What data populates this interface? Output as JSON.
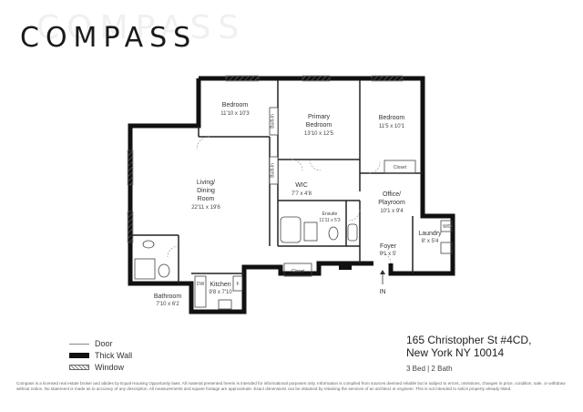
{
  "brand": {
    "logo_text": "COMPASS",
    "watermark_text": "COMPASS"
  },
  "rooms": [
    {
      "id": "bedroom-1",
      "name": "Bedroom",
      "dims": "11'10 x 10'3"
    },
    {
      "id": "primary-bedroom",
      "name_line1": "Primary",
      "name_line2": "Bedroom",
      "dims": "13'10 x 12'5"
    },
    {
      "id": "bedroom-2",
      "name": "Bedroom",
      "dims": "11'5 x 10'1"
    },
    {
      "id": "living-dining",
      "name_line1": "Living/",
      "name_line2": "Dining",
      "name_line3": "Room",
      "dims": "22'11 x 19'6"
    },
    {
      "id": "wic",
      "name": "WIC",
      "dims": "7'7 x 4'8"
    },
    {
      "id": "ensuite",
      "name": "Ensuite",
      "dims": "11'11 x 5'3"
    },
    {
      "id": "office",
      "name_line1": "Office/",
      "name_line2": "Playroom",
      "dims": "10'1 x 9'4"
    },
    {
      "id": "laundry",
      "name": "Laundry",
      "dims": "8' x 5'4"
    },
    {
      "id": "foyer",
      "name": "Foyer",
      "dims": "9'1 x 5'"
    },
    {
      "id": "kitchen",
      "name": "Kitchen",
      "dims": "9'8 x 7'10"
    },
    {
      "id": "bathroom",
      "name": "Bathroom",
      "dims": "7'10 x 6'2"
    }
  ],
  "fixtures": {
    "builtin_upper": "Built-In",
    "builtin_lower": "Built-In",
    "closet_bedroom": "Closet",
    "closet_hall": "Closet",
    "wd": "W/D",
    "entry": "IN",
    "kitchen_dw": "DW",
    "kitchen_f": "F"
  },
  "legend": {
    "door": "Door",
    "thick_wall": "Thick Wall",
    "window": "Window"
  },
  "listing": {
    "address_line1": "165 Christopher St #4CD,",
    "address_line2": "New York NY 10014",
    "beds_baths": "3 Bed | 2 Bath"
  },
  "disclaimer": "Compass is a licensed real estate broker and abides by Equal Housing Opportunity laws. All material presented herein is intended for informational purposes only. Information is compiled from sources deemed reliable but is subject to errors, omissions, changes in price, condition, sale, or withdraw without notice. No statement is made as to accuracy of any description. All measurements and square footage are approximate. Exact dimensions can be obtained by retaining the services of an architect or engineer. This is not intended to solicit property already listed.",
  "colors": {
    "wall": "#111111",
    "window_hatch": "#888888",
    "thin_line": "#666666"
  }
}
